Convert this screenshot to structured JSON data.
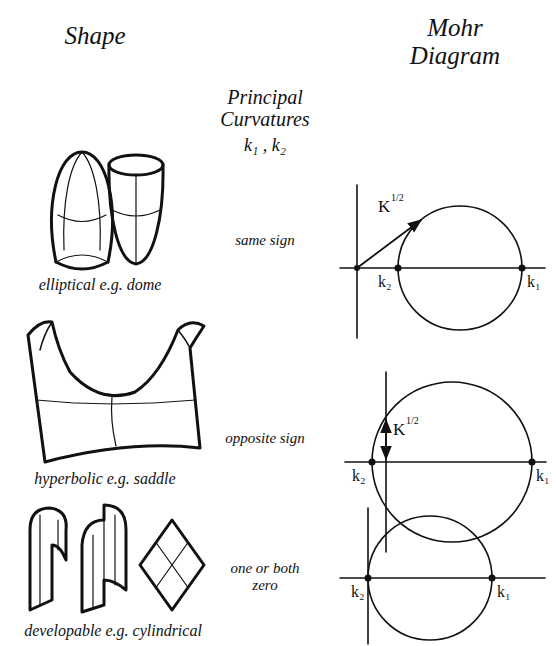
{
  "diagram": {
    "labels": [
      "Shape",
      "Principal Curvatures",
      "k₁ , k₂",
      "Mohr Diagram",
      "elliptical e.g. dome",
      "same sign",
      "K",
      "1/2",
      "k₂",
      "k₁",
      "hyperbolic e.g. saddle",
      "opposite sign",
      "K",
      "1/2",
      "k₂",
      "k₁",
      "developable e.g. cylindrical",
      "one or both zero",
      "k₂",
      "k₁"
    ]
  }
}
